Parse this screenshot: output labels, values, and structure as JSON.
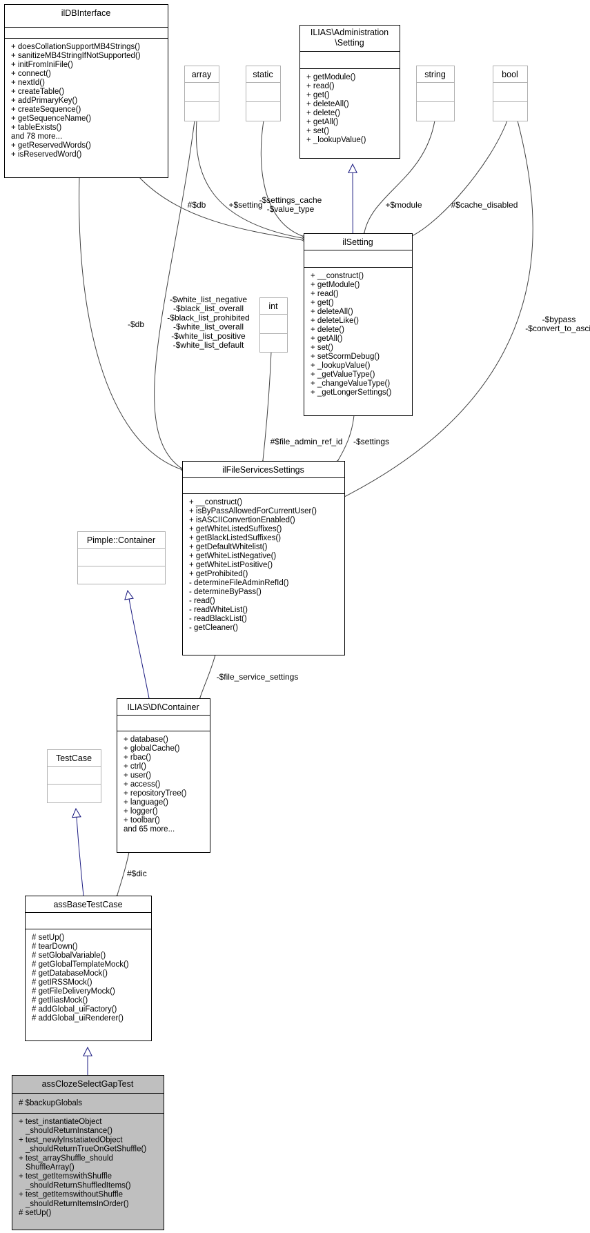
{
  "classes": {
    "ildbinterface": {
      "title": [
        "ilDBInterface"
      ],
      "attributes": [],
      "methods": [
        "+ doesCollationSupportMB4Strings()",
        "+ sanitizeMB4StringIfNotSupported()",
        "+ initFromIniFile()",
        "+ connect()",
        "+ nextId()",
        "+ createTable()",
        "+ addPrimaryKey()",
        "+ createSequence()",
        "+ getSequenceName()",
        "+ tableExists()",
        "and 78 more...",
        "+ getReservedWords()",
        "+ isReservedWord()"
      ]
    },
    "array": {
      "title": [
        "array"
      ],
      "attributes": [],
      "methods": []
    },
    "static": {
      "title": [
        "static"
      ],
      "attributes": [],
      "methods": []
    },
    "administration_setting": {
      "title": [
        "ILIAS\\Administration",
        "\\Setting"
      ],
      "attributes": [],
      "methods": [
        "+ getModule()",
        "+ read()",
        "+ get()",
        "+ deleteAll()",
        "+ delete()",
        "+ getAll()",
        "+ set()",
        "+ _lookupValue()"
      ]
    },
    "string": {
      "title": [
        "string"
      ],
      "attributes": [],
      "methods": []
    },
    "bool": {
      "title": [
        "bool"
      ],
      "attributes": [],
      "methods": []
    },
    "ilsetting": {
      "title": [
        "ilSetting"
      ],
      "attributes": [],
      "methods": [
        "+ __construct()",
        "+ getModule()",
        "+ read()",
        "+ get()",
        "+ deleteAll()",
        "+ deleteLike()",
        "+ delete()",
        "+ getAll()",
        "+ set()",
        "+ setScormDebug()",
        "+ _lookupValue()",
        "+ _getValueType()",
        "+ _changeValueType()",
        "+ _getLongerSettings()"
      ]
    },
    "int": {
      "title": [
        "int"
      ],
      "attributes": [],
      "methods": []
    },
    "ilfileservicessettings": {
      "title": [
        "ilFileServicesSettings"
      ],
      "attributes": [],
      "methods": [
        "+ __construct()",
        "+ isByPassAllowedForCurrentUser()",
        "+ isASCIIConvertionEnabled()",
        "+ getWhiteListedSuffixes()",
        "+ getBlackListedSuffixes()",
        "+ getDefaultWhitelist()",
        "+ getWhiteListNegative()",
        "+ getWhiteListPositive()",
        "+ getProhibited()",
        "- determineFileAdminRefId()",
        "- determineByPass()",
        "- read()",
        "- readWhiteList()",
        "- readBlackList()",
        "- getCleaner()"
      ]
    },
    "pimple_container": {
      "title": [
        "Pimple::Container"
      ],
      "attributes": [],
      "methods": []
    },
    "di_container": {
      "title": [
        "ILIAS\\DI\\Container"
      ],
      "attributes": [],
      "methods": [
        "+ database()",
        "+ globalCache()",
        "+ rbac()",
        "+ ctrl()",
        "+ user()",
        "+ access()",
        "+ repositoryTree()",
        "+ language()",
        "+ logger()",
        "+ toolbar()",
        "and 65 more..."
      ]
    },
    "testcase": {
      "title": [
        "TestCase"
      ],
      "attributes": [],
      "methods": []
    },
    "assbasetestcase": {
      "title": [
        "assBaseTestCase"
      ],
      "attributes": [],
      "methods": [
        "# setUp()",
        "# tearDown()",
        "# setGlobalVariable()",
        "# getGlobalTemplateMock()",
        "# getDatabaseMock()",
        "# getIRSSMock()",
        "# getFileDeliveryMock()",
        "# getIliasMock()",
        "# addGlobal_uiFactory()",
        "# addGlobal_uiRenderer()"
      ]
    },
    "assclozeselectgaptest": {
      "title": [
        "assClozeSelectGapTest"
      ],
      "attributes": [
        "# $backupGlobals"
      ],
      "methods": [
        "+ test_instantiateObject",
        "_shouldReturnInstance()",
        "+ test_newlyInstatiatedObject",
        "_shouldReturnTrueOnGetShuffle()",
        "+ test_arrayShuffle_should",
        "ShuffleArray()",
        "+ test_getItemswithShuffle",
        "_shouldReturnShuffledItems()",
        "+ test_getItemswithoutShuffle",
        "_shouldReturnItemsInOrder()",
        "# setUp()"
      ]
    }
  },
  "edge_labels": {
    "db_to_ilsetting": [
      "#$db"
    ],
    "array_to_ilsetting": [
      "+$setting"
    ],
    "static_to_ilsetting": [
      "-$settings_cache",
      "-$value_type"
    ],
    "string_to_ilsetting": [
      "+$module"
    ],
    "bool_to_ilsetting": [
      "#$cache_disabled"
    ],
    "db_to_fss": [
      "-$db"
    ],
    "array_to_fss": [
      "-$white_list_negative",
      "-$black_list_overall",
      "-$black_list_prohibited",
      "-$white_list_overall",
      "-$white_list_positive",
      "-$white_list_default"
    ],
    "bool_to_fss": [
      "-$bypass",
      "-$convert_to_ascii"
    ],
    "int_to_fss": [
      "#$file_admin_ref_id"
    ],
    "ilsetting_to_fss": [
      "-$settings"
    ],
    "fss_to_container": [
      "-$file_service_settings"
    ],
    "container_to_base": [
      "#$dic"
    ]
  },
  "colors": {
    "class_border": "#000000",
    "type_border": "#b0b0b0",
    "inheritance": "#1a1a80",
    "edge": "#404040",
    "focus_fill": "#bfbfbf"
  }
}
